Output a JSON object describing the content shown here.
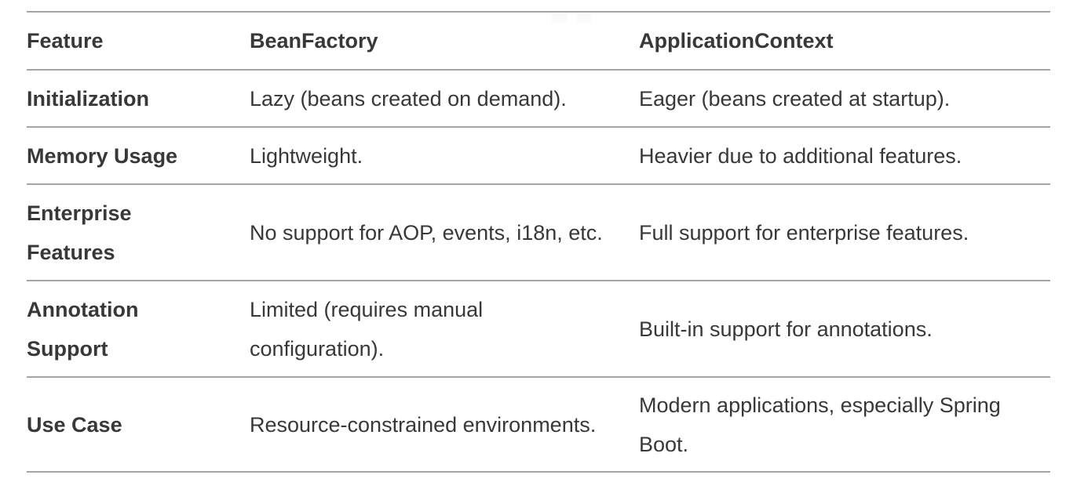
{
  "colors": {
    "text": "#383838",
    "rule": "#a5a5a5",
    "background": "#ffffff"
  },
  "table": {
    "headers": [
      "Feature",
      "BeanFactory",
      "ApplicationContext"
    ],
    "rows": [
      {
        "cells": [
          "Initialization",
          "Lazy (beans created on demand).",
          "Eager (beans created at startup)."
        ]
      },
      {
        "cells": [
          "Memory Usage",
          "Lightweight.",
          "Heavier due to additional features."
        ]
      },
      {
        "cells": [
          "Enterprise Features",
          "No support for AOP, events, i18n, etc.",
          "Full support for enterprise features."
        ]
      },
      {
        "cells": [
          "Annotation Support",
          "Limited (requires manual configuration).",
          "Built-in support for annotations."
        ]
      },
      {
        "cells": [
          "Use Case",
          "Resource-constrained environments.",
          "Modern applications, especially Spring Boot."
        ]
      }
    ]
  }
}
